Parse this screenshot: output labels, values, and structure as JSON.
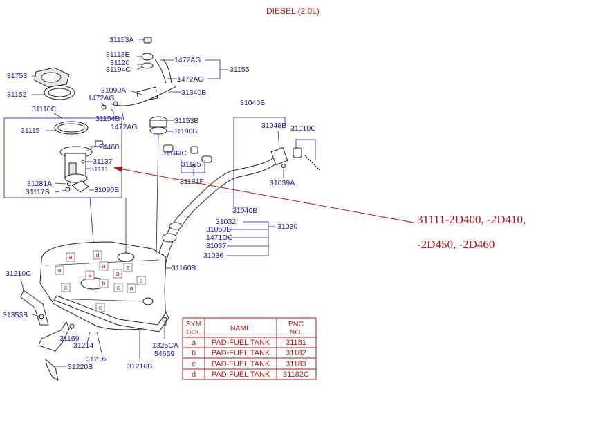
{
  "title": "DIESEL (2.0L)",
  "part_labels": [
    {
      "id": "l1",
      "text": "31153A"
    },
    {
      "id": "l2",
      "text": "31113E"
    },
    {
      "id": "l3",
      "text": "31120"
    },
    {
      "id": "l4",
      "text": "31194C"
    },
    {
      "id": "l5",
      "text": "1472AG"
    },
    {
      "id": "l6",
      "text": "31155"
    },
    {
      "id": "l7",
      "text": "1472AG"
    },
    {
      "id": "l8",
      "text": "31753"
    },
    {
      "id": "l9",
      "text": "31090A"
    },
    {
      "id": "l10",
      "text": "31340B"
    },
    {
      "id": "l11",
      "text": "31152"
    },
    {
      "id": "l12",
      "text": "1472AG"
    },
    {
      "id": "l13",
      "text": "31110C"
    },
    {
      "id": "l14",
      "text": "31040B"
    },
    {
      "id": "l15",
      "text": "31154B"
    },
    {
      "id": "l16",
      "text": "31153B"
    },
    {
      "id": "l17",
      "text": "1472AG"
    },
    {
      "id": "l18",
      "text": "31190B"
    },
    {
      "id": "l19",
      "text": "31048B"
    },
    {
      "id": "l20",
      "text": "31010C"
    },
    {
      "id": "l21",
      "text": "31115"
    },
    {
      "id": "l22",
      "text": "94460"
    },
    {
      "id": "l23",
      "text": "31183C"
    },
    {
      "id": "l24",
      "text": "31137"
    },
    {
      "id": "l25",
      "text": "31185"
    },
    {
      "id": "l26",
      "text": "31111"
    },
    {
      "id": "l27",
      "text": "31181F"
    },
    {
      "id": "l28",
      "text": "31039A"
    },
    {
      "id": "l29",
      "text": "31281A"
    },
    {
      "id": "l30",
      "text": "31117S"
    },
    {
      "id": "l31",
      "text": "31090B"
    },
    {
      "id": "l32",
      "text": "31040B"
    },
    {
      "id": "l33",
      "text": "31032"
    },
    {
      "id": "l34",
      "text": "31030"
    },
    {
      "id": "l35",
      "text": "31050B"
    },
    {
      "id": "l36",
      "text": "1471DC"
    },
    {
      "id": "l37",
      "text": "31037"
    },
    {
      "id": "l38",
      "text": "31036"
    },
    {
      "id": "l39",
      "text": "31160B"
    },
    {
      "id": "l40",
      "text": "31210C"
    },
    {
      "id": "l41",
      "text": "31353B"
    },
    {
      "id": "l42",
      "text": "31169"
    },
    {
      "id": "l43",
      "text": "31214"
    },
    {
      "id": "l44",
      "text": "1325CA"
    },
    {
      "id": "l45",
      "text": "54659"
    },
    {
      "id": "l46",
      "text": "31216"
    },
    {
      "id": "l47",
      "text": "31220B"
    },
    {
      "id": "l48",
      "text": "31210B"
    }
  ],
  "callout": {
    "line1": "31111-2D400, -2D410,",
    "line2": "-2D450, -2D460"
  },
  "pad_symbols": [
    "a",
    "a",
    "a",
    "a",
    "a",
    "a",
    "a",
    "b",
    "b",
    "c",
    "c",
    "c",
    "d"
  ],
  "table": {
    "headers": {
      "sym1": "SYM",
      "sym2": "BOL",
      "name": "NAME",
      "pnc1": "PNC",
      "pnc2": "NO."
    },
    "rows": [
      {
        "sym": "a",
        "name": "PAD-FUEL TANK",
        "pnc": "31181"
      },
      {
        "sym": "b",
        "name": "PAD-FUEL TANK",
        "pnc": "31182"
      },
      {
        "sym": "c",
        "name": "PAD-FUEL TANK",
        "pnc": "31183"
      },
      {
        "sym": "d",
        "name": "PAD-FUEL TANK",
        "pnc": "31182C"
      }
    ]
  },
  "colors": {
    "label": "#1a1aa0",
    "title": "#cc1f1f",
    "callout": "#b01818",
    "table": "#b01818"
  }
}
